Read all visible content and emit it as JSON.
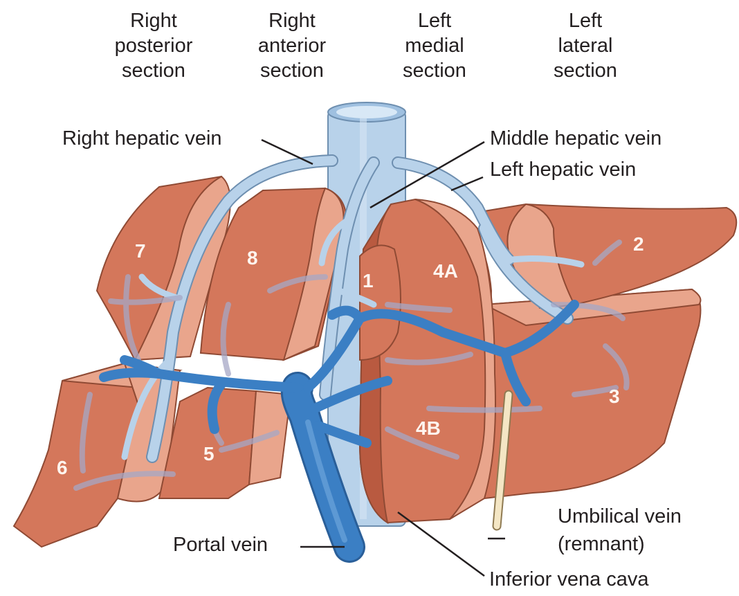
{
  "sections": [
    [
      "Right",
      "posterior",
      "section"
    ],
    [
      "Right",
      "anterior",
      "section"
    ],
    [
      "Left",
      "medial",
      "section"
    ],
    [
      "Left",
      "lateral",
      "section"
    ]
  ],
  "labels": {
    "right_hepatic_vein": "Right hepatic vein",
    "middle_hepatic_vein": "Middle hepatic vein",
    "left_hepatic_vein": "Left hepatic vein",
    "umbilical_vein_1": "Umbilical vein",
    "umbilical_vein_2": "(remnant)",
    "portal_vein": "Portal vein",
    "ivc": "Inferior vena cava"
  },
  "segments": {
    "s1": "1",
    "s2": "2",
    "s3": "3",
    "s4a": "4A",
    "s4b": "4B",
    "s5": "5",
    "s6": "6",
    "s7": "7",
    "s8": "8"
  },
  "colors": {
    "liver": "#d4775b",
    "liver_light": "#e9a58c",
    "liver_dark": "#b95a40",
    "hepatic_vein": "#b8d2ea",
    "portal_vein": "#3b7fc4",
    "umbilical_vein": "#f4e6c4"
  }
}
